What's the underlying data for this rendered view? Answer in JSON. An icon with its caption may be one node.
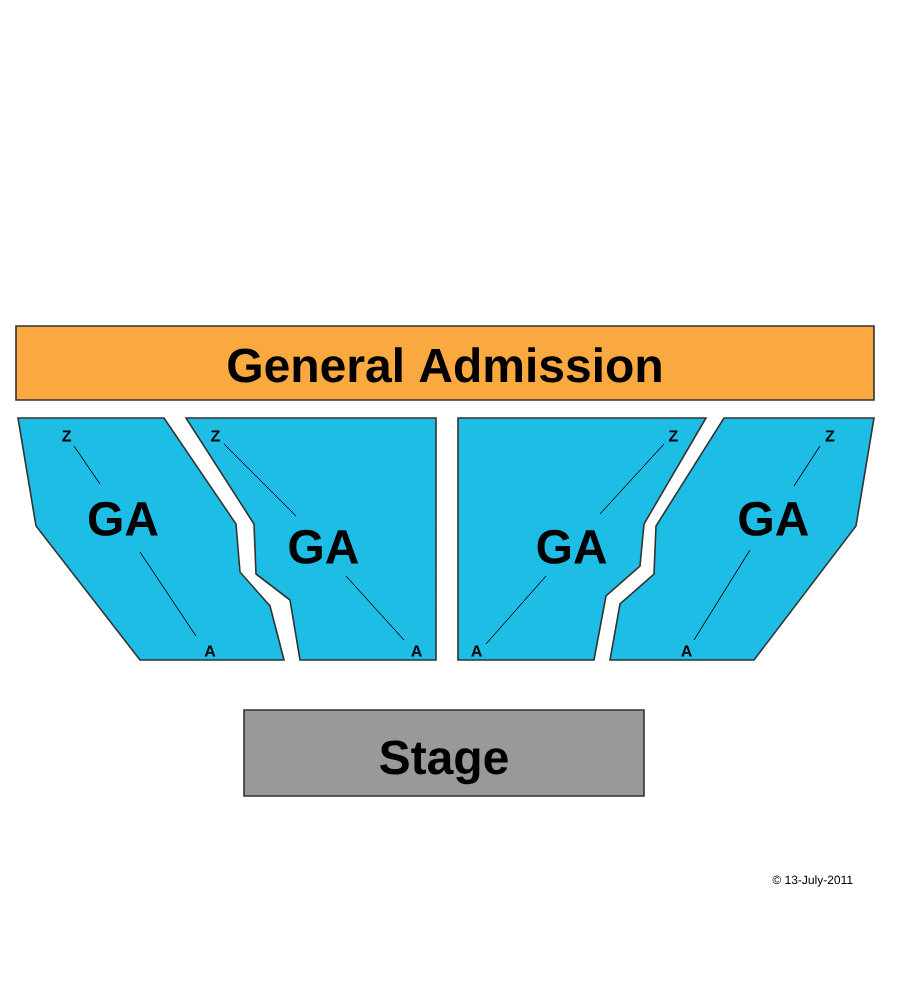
{
  "diagram": {
    "nodes": [
      {
        "text": [
          "General Admission"
        ]
      },
      {
        "text": [
          "Z",
          "GA",
          "A"
        ]
      },
      {
        "text": [
          "Z",
          "GA",
          "A"
        ]
      },
      {
        "text": [
          "Z",
          "GA",
          "A"
        ]
      },
      {
        "text": [
          "Z",
          "GA",
          "A"
        ]
      },
      {
        "text": [
          "Stage"
        ]
      }
    ],
    "labels": [
      "© 13-July-2011"
    ]
  }
}
